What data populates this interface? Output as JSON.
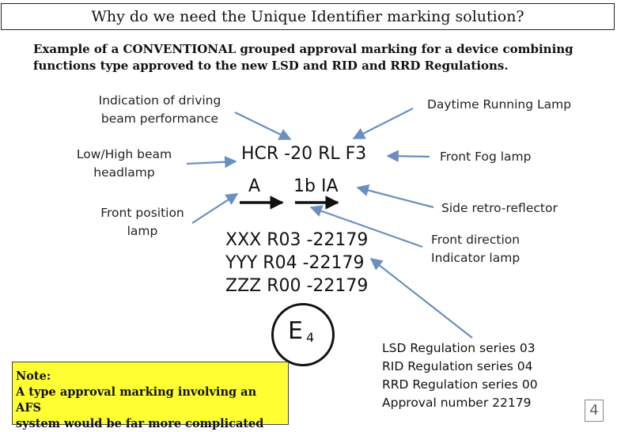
{
  "title": "Why do we need the Unique Identifier marking solution?",
  "intro": {
    "line1": "Example  of a CONVENTIONAL grouped approval marking for a device combining",
    "line2": "functions type approved to the new LSD and RID and RRD Regulations."
  },
  "labels": {
    "driving_beam_1": "Indication of driving",
    "driving_beam_2": "beam performance",
    "low_high_1": "Low/High beam",
    "low_high_2": "headlamp",
    "front_position_1": "Front position",
    "front_position_2": "lamp",
    "drl": "Daytime Running Lamp",
    "front_fog": "Front Fog lamp",
    "side_retro": "Side retro-reflector",
    "front_direction_1": "Front direction",
    "front_direction_2": "Indicator lamp"
  },
  "marking": {
    "line1": "HCR -20  RL  F3",
    "line2_a": "A",
    "line2_b": "1b  IA",
    "reg1": "XXX R03 -22179",
    "reg2": "YYY R04 -22179",
    "reg3": "ZZZ R00 -22179",
    "e_letter": "E",
    "e_number": "4"
  },
  "note": {
    "heading": "Note:",
    "line1": "A type approval marking involving an AFS",
    "line2": "system would be far more complicated"
  },
  "legend": {
    "line1": "LSD Regulation series 03",
    "line2": "RID Regulation series 04",
    "line3": "RRD Regulation series 00",
    "line4": "Approval number 22179"
  },
  "page_number": "4",
  "colors": {
    "arrow": "#6a8fbf",
    "note_bg": "#fefe33"
  }
}
